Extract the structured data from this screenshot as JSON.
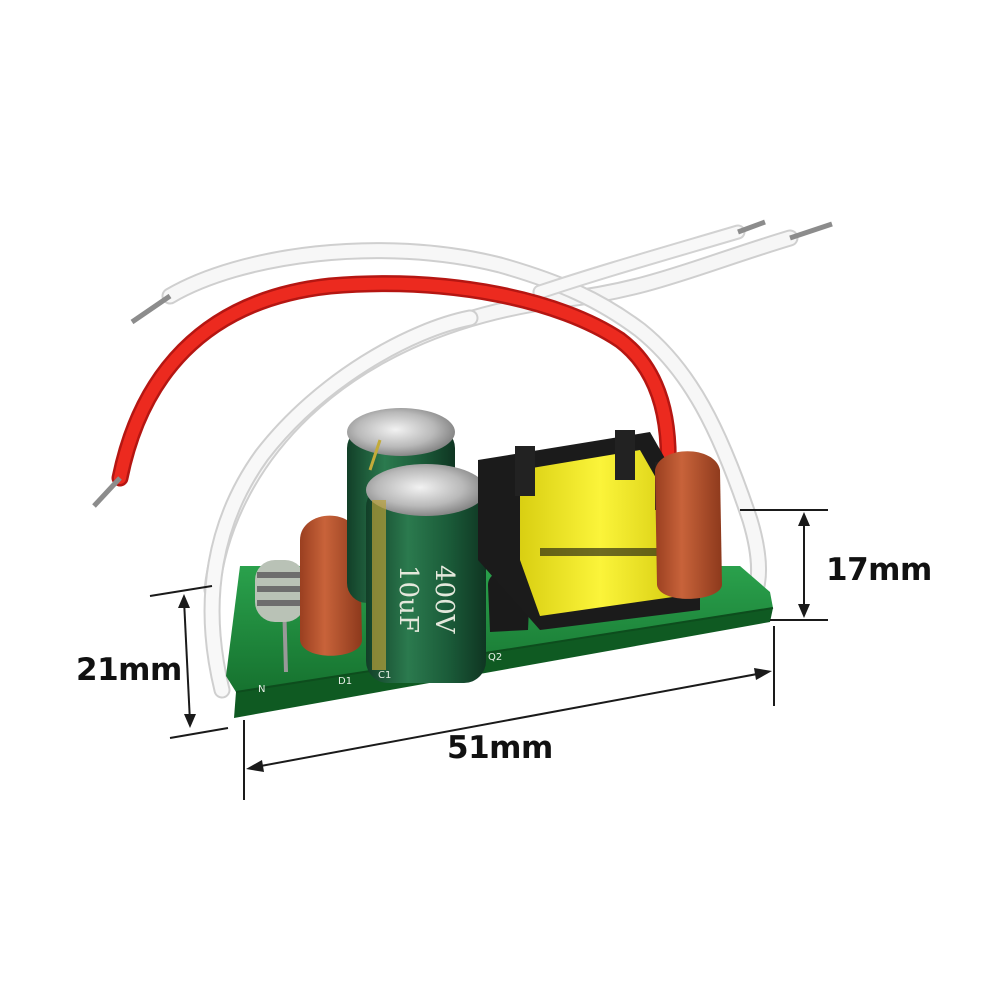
{
  "dimensions": {
    "height_right": "17mm",
    "height_left": "21mm",
    "length": "51mm"
  },
  "component_print": {
    "cap_value": "10uF",
    "cap_voltage": "400V",
    "silkscreen": [
      "N",
      "D1",
      "C1",
      "Q2"
    ]
  },
  "colors": {
    "pcb": "#1f8a3c",
    "capacitor": "#1d5a3a",
    "transformer": "#f2ea1c",
    "bobbin": "#1b1b1b",
    "film_cap": "#b5532e",
    "wire_red": "#e8231b",
    "wire_white": "#f4f4f4"
  }
}
